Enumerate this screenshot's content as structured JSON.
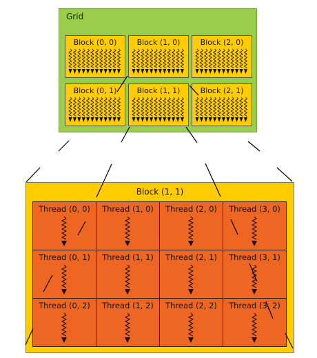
{
  "grid": {
    "title": "Grid",
    "blocks": [
      {
        "label": "Block (0, 0)"
      },
      {
        "label": "Block (1, 0)"
      },
      {
        "label": "Block (2, 0)"
      },
      {
        "label": "Block (0, 1)"
      },
      {
        "label": "Block (1, 1)"
      },
      {
        "label": "Block (2, 1)"
      }
    ]
  },
  "detail": {
    "title": "Block (1, 1)",
    "threads": [
      {
        "label": "Thread (0, 0)"
      },
      {
        "label": "Thread (1, 0)"
      },
      {
        "label": "Thread (2, 0)"
      },
      {
        "label": "Thread (3, 0)"
      },
      {
        "label": "Thread (0, 1)"
      },
      {
        "label": "Thread (1, 1)"
      },
      {
        "label": "Thread (2, 1)"
      },
      {
        "label": "Thread (3, 1)"
      },
      {
        "label": "Thread (0, 2)"
      },
      {
        "label": "Thread (1, 2)"
      },
      {
        "label": "Thread (2, 2)"
      },
      {
        "label": "Thread (3, 2)"
      }
    ]
  },
  "colors": {
    "grid_bg": "#9ACD49",
    "block_bg": "#FFCC00",
    "thread_bg": "#EE6622"
  }
}
